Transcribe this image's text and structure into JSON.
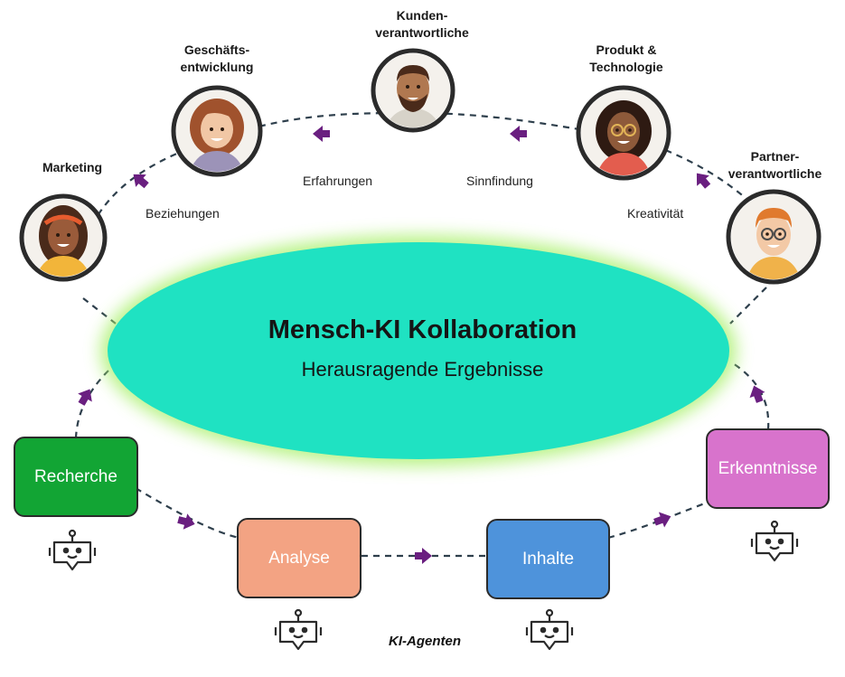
{
  "roles": [
    {
      "id": "marketing",
      "label": "Marketing",
      "avatar": "woman-headband-avatar-icon"
    },
    {
      "id": "business",
      "label": "Geschäfts-\nentwicklung",
      "avatar": "woman-short-hair-avatar-icon"
    },
    {
      "id": "customer",
      "label": "Kunden-\nverantwortliche",
      "avatar": "bearded-man-avatar-icon"
    },
    {
      "id": "product",
      "label": "Produkt &\nTechnologie",
      "avatar": "woman-glasses-avatar-icon"
    },
    {
      "id": "partner",
      "label": "Partner-\nverantwortliche",
      "avatar": "man-glasses-avatar-icon"
    }
  ],
  "arc_labels": [
    "Beziehungen",
    "Erfahrungen",
    "Sinnfindung",
    "Kreativität"
  ],
  "center": {
    "title": "Mensch-KI Kollaboration",
    "subtitle": "Herausragende Ergebnisse"
  },
  "agents": [
    {
      "id": "recherche",
      "label": "Recherche",
      "color": "#12A534"
    },
    {
      "id": "analyse",
      "label": "Analyse",
      "color": "#F3A383"
    },
    {
      "id": "inhalte",
      "label": "Inhalte",
      "color": "#4E93DB"
    },
    {
      "id": "erkenntnisse",
      "label": "Erkenntnisse",
      "color": "#D873CC"
    }
  ],
  "footer": "KI-Agenten",
  "colors": {
    "ellipse_fill": "#1FE2C2",
    "ellipse_glow": "#A8F06A",
    "arrow": "#6A1F80",
    "dashed_line": "#2E3F4C"
  }
}
